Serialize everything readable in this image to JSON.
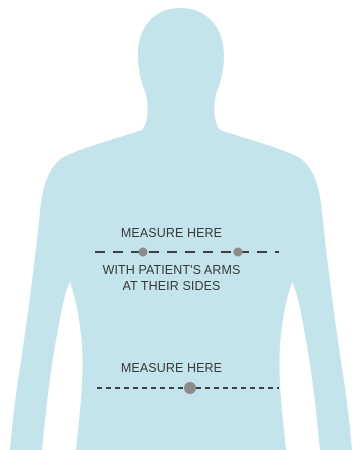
{
  "colors": {
    "body_fill": "#c3e4ea",
    "line": "#3f3f3f",
    "marker": "#8c8c8c",
    "text": "#3a3a3a"
  },
  "labels": {
    "measure_upper": "MEASURE HERE",
    "arms_line_1": "WITH PATIENT'S ARMS",
    "arms_line_2": "AT THEIR SIDES",
    "measure_lower": "MEASURE HERE"
  }
}
